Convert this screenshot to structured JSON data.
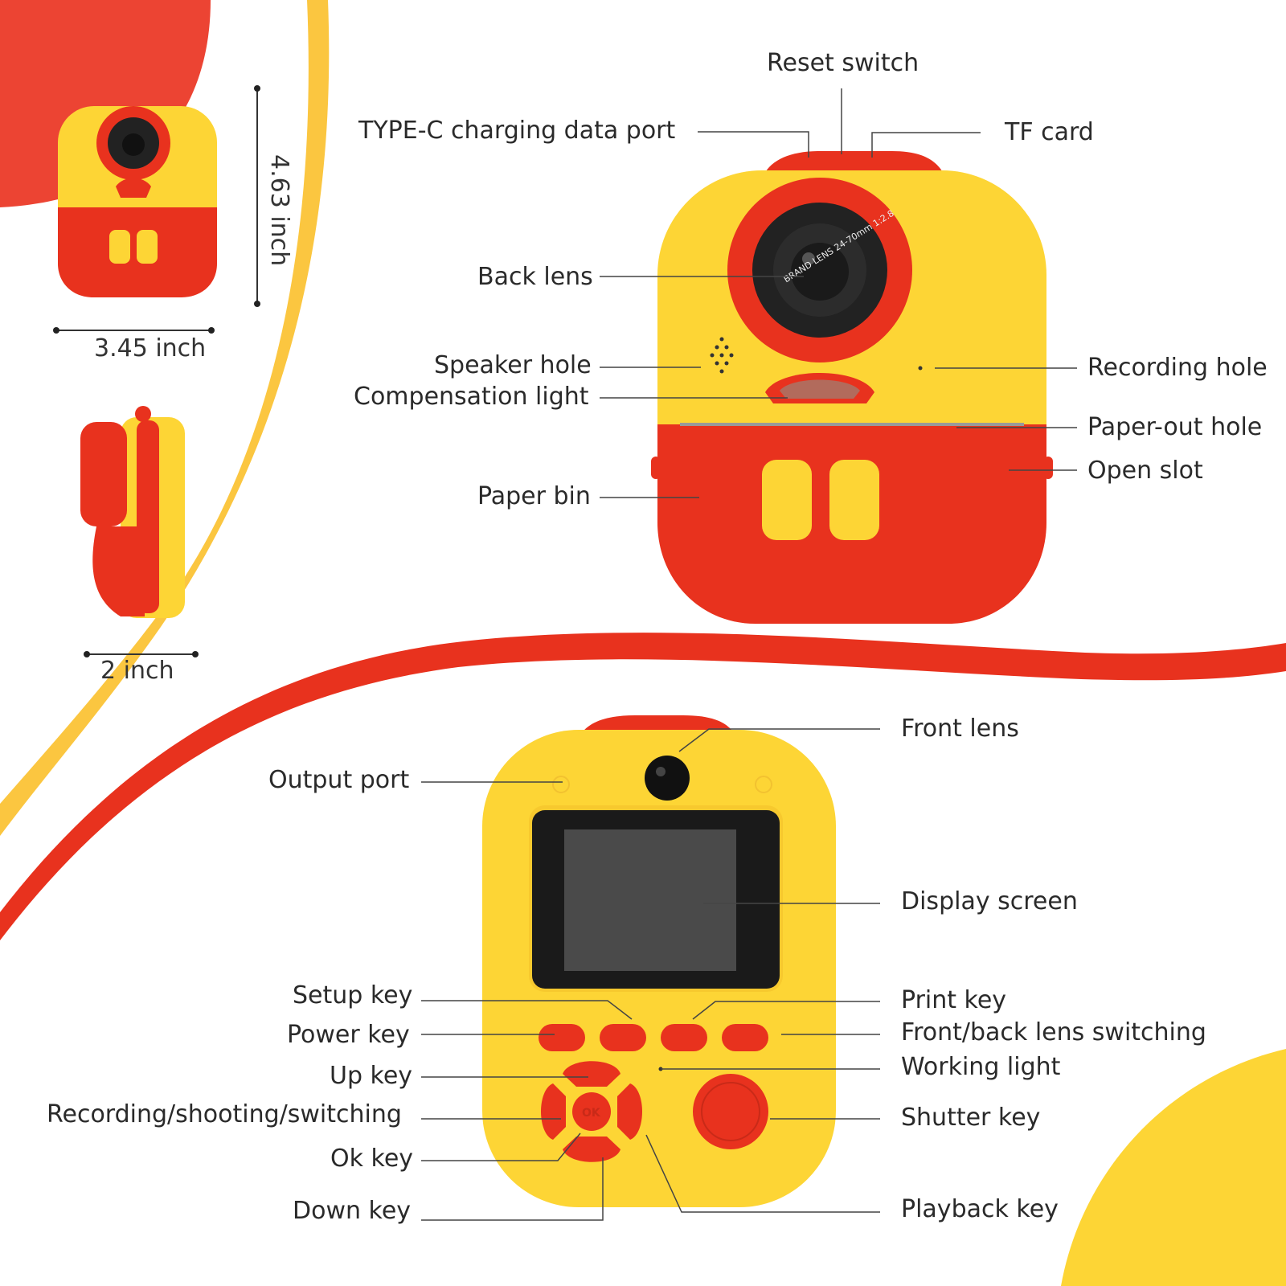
{
  "dimensions": {
    "height": "4.63 inch",
    "width": "3.45 inch",
    "depth": "2 inch"
  },
  "lens_text": {
    "back": "BRAND LENS 24-70mm 1:2.8"
  },
  "labels": {
    "reset_switch": "Reset switch",
    "type_c_port": "TYPE-C charging data port",
    "tf_card": "TF card",
    "back_lens": "Back lens",
    "speaker_hole": "Speaker hole",
    "compensation_light": "Compensation light",
    "recording_hole": "Recording hole",
    "paper_out_hole": "Paper-out hole",
    "open_slot": "Open slot",
    "paper_bin": "Paper bin",
    "front_lens": "Front lens",
    "output_port": "Output port",
    "display_screen": "Display screen",
    "setup_key": "Setup key",
    "power_key": "Power key",
    "up_key": "Up key",
    "recording_shooting_switching": "Recording/shooting/switching",
    "ok_key": "Ok key",
    "down_key": "Down key",
    "print_key": "Print key",
    "lens_switching": "Front/back lens switching",
    "working_light": "Working light",
    "shutter_key": "Shutter key",
    "playback_key": "Playback key"
  },
  "button_text": {
    "ok": "OK"
  },
  "colors": {
    "red": "#e8321e",
    "yellow": "#fdd535",
    "orange_band": "#f7b52a"
  }
}
